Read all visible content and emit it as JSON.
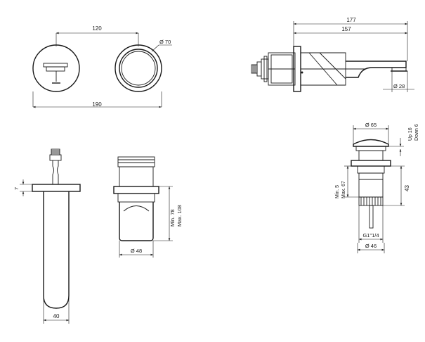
{
  "dimensions": {
    "front_centers": "120",
    "front_overall": "190",
    "front_dia_70": "Ø 70",
    "side_177": "177",
    "side_157": "157",
    "side_dia_28": "Ø 28",
    "spout_7": "7",
    "spout_40": "40",
    "body_min": "Min. 78",
    "body_max": "Max. 108",
    "body_dia_48": "Ø 48",
    "waste_dia_65": "Ø 65",
    "waste_up": "Up 16",
    "waste_down": "Down 6",
    "waste_min": "Min. 5",
    "waste_max": "Max. 67",
    "waste_43": "43",
    "waste_thread": "G1\"1/4",
    "waste_dia_46": "Ø 46"
  }
}
